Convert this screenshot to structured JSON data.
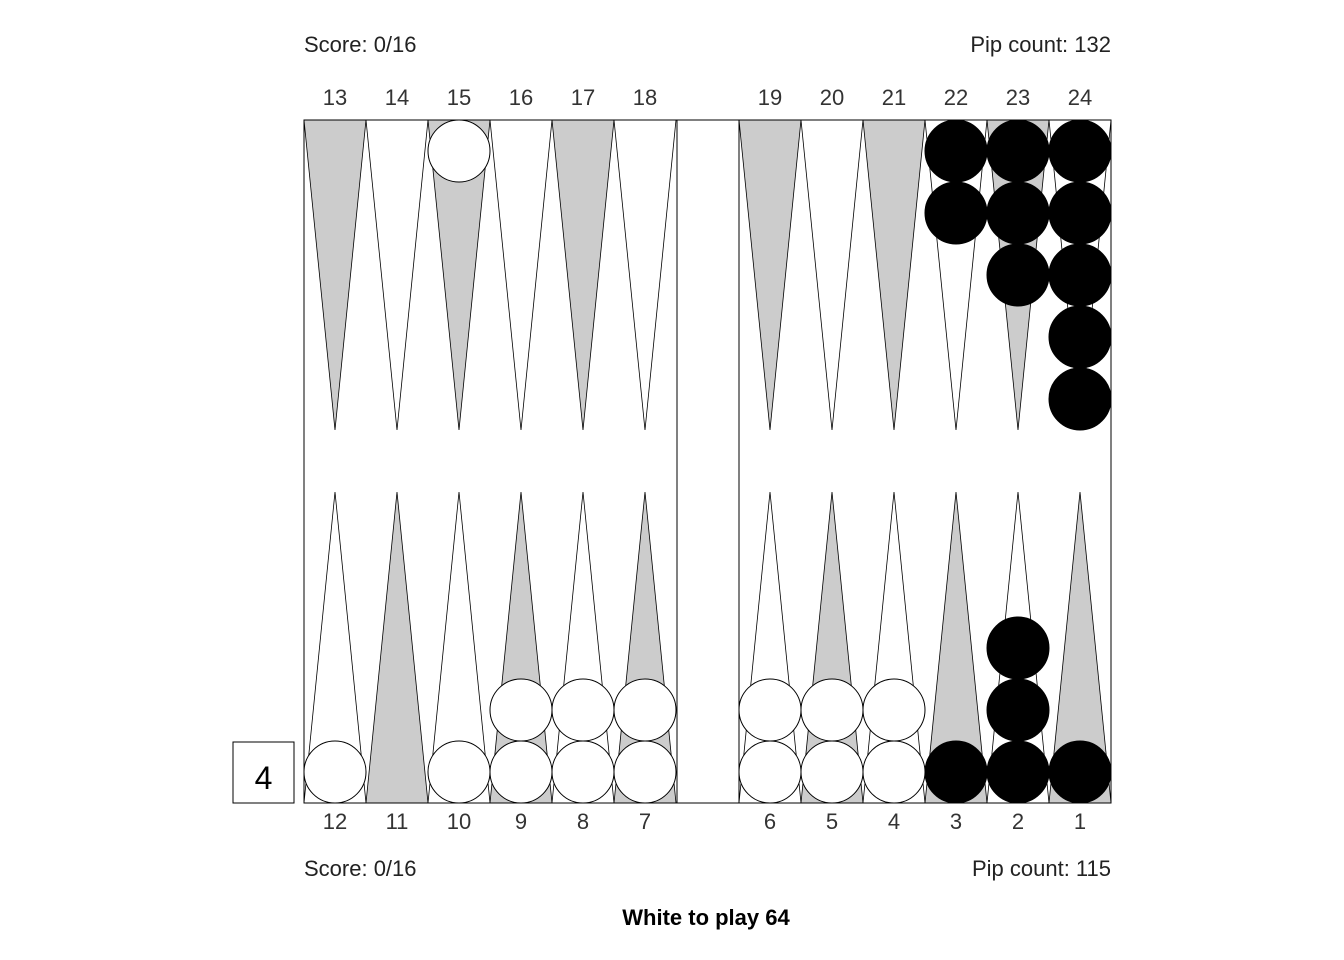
{
  "top": {
    "score_text": "Score: 0/16",
    "pip_text": "Pip count: 132"
  },
  "bottom": {
    "score_text": "Score: 0/16",
    "pip_text": "Pip count: 115"
  },
  "status": {
    "to_play_text": "White to play 64"
  },
  "cube": {
    "value": "4"
  },
  "colors": {
    "light_point": "#ffffff",
    "dark_point": "#cccccc",
    "black_checker": "#000000",
    "white_checker": "#ffffff",
    "line": "#000000"
  },
  "board": {
    "point_labels_top": [
      "13",
      "14",
      "15",
      "16",
      "17",
      "18",
      "19",
      "20",
      "21",
      "22",
      "23",
      "24"
    ],
    "point_labels_bottom": [
      "12",
      "11",
      "10",
      "9",
      "8",
      "7",
      "6",
      "5",
      "4",
      "3",
      "2",
      "1"
    ],
    "checkers": [
      {
        "point": 15,
        "color": "white",
        "count": 1
      },
      {
        "point": 22,
        "color": "black",
        "count": 2
      },
      {
        "point": 23,
        "color": "black",
        "count": 3
      },
      {
        "point": 24,
        "color": "black",
        "count": 5
      },
      {
        "point": 12,
        "color": "white",
        "count": 1
      },
      {
        "point": 10,
        "color": "white",
        "count": 1
      },
      {
        "point": 9,
        "color": "white",
        "count": 2
      },
      {
        "point": 8,
        "color": "white",
        "count": 2
      },
      {
        "point": 7,
        "color": "white",
        "count": 2
      },
      {
        "point": 6,
        "color": "white",
        "count": 2
      },
      {
        "point": 5,
        "color": "white",
        "count": 2
      },
      {
        "point": 4,
        "color": "white",
        "count": 2
      },
      {
        "point": 3,
        "color": "black",
        "count": 1
      },
      {
        "point": 2,
        "color": "black",
        "count": 3
      },
      {
        "point": 1,
        "color": "black",
        "count": 1
      }
    ]
  }
}
